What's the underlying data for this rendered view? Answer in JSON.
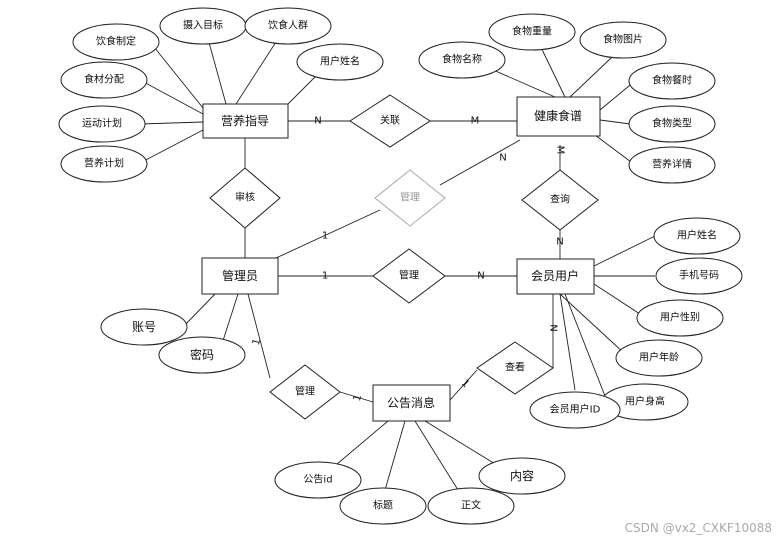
{
  "entities": [
    {
      "id": "nutrition",
      "label": "营养指导"
    },
    {
      "id": "recipe",
      "label": "健康食谱"
    },
    {
      "id": "admin",
      "label": "管理员"
    },
    {
      "id": "member",
      "label": "会员用户"
    },
    {
      "id": "notice",
      "label": "公告消息"
    }
  ],
  "relationships": [
    {
      "id": "rel_link",
      "label": "关联",
      "faded": false
    },
    {
      "id": "rel_audit",
      "label": "审核",
      "faded": false
    },
    {
      "id": "rel_manage_recipe",
      "label": "管理",
      "faded": true
    },
    {
      "id": "rel_query",
      "label": "查询",
      "faded": false
    },
    {
      "id": "rel_manage_member",
      "label": "管理",
      "faded": false
    },
    {
      "id": "rel_manage_notice",
      "label": "管理",
      "faded": false
    },
    {
      "id": "rel_view",
      "label": "查看",
      "faded": false
    }
  ],
  "attributes": [
    {
      "id": "a_diet_plan",
      "label": "饮食制定",
      "of": "nutrition"
    },
    {
      "id": "a_intake",
      "label": "摄入目标",
      "of": "nutrition"
    },
    {
      "id": "a_crowd",
      "label": "饮食人群",
      "of": "nutrition"
    },
    {
      "id": "a_user_name1",
      "label": "用户姓名",
      "of": "nutrition"
    },
    {
      "id": "a_ingredient",
      "label": "食材分配",
      "of": "nutrition"
    },
    {
      "id": "a_exercise",
      "label": "运动计划",
      "of": "nutrition"
    },
    {
      "id": "a_nutri_plan",
      "label": "营养计划",
      "of": "nutrition"
    },
    {
      "id": "a_food_weight",
      "label": "食物重量",
      "of": "recipe"
    },
    {
      "id": "a_food_image",
      "label": "食物图片",
      "of": "recipe"
    },
    {
      "id": "a_food_name",
      "label": "食物名称",
      "of": "recipe"
    },
    {
      "id": "a_meal_time",
      "label": "食物餐时",
      "of": "recipe"
    },
    {
      "id": "a_food_type",
      "label": "食物类型",
      "of": "recipe"
    },
    {
      "id": "a_nutri_detail",
      "label": "营养详情",
      "of": "recipe"
    },
    {
      "id": "a_account",
      "label": "账号",
      "of": "admin"
    },
    {
      "id": "a_password",
      "label": "密码",
      "of": "admin"
    },
    {
      "id": "a_user_name2",
      "label": "用户姓名",
      "of": "member"
    },
    {
      "id": "a_phone",
      "label": "手机号码",
      "of": "member"
    },
    {
      "id": "a_gender",
      "label": "用户性别",
      "of": "member"
    },
    {
      "id": "a_age",
      "label": "用户年龄",
      "of": "member"
    },
    {
      "id": "a_height",
      "label": "用户身高",
      "of": "member"
    },
    {
      "id": "a_member_id",
      "label": "会员用户ID",
      "of": "member"
    },
    {
      "id": "a_notice_id",
      "label": "公告id",
      "of": "notice"
    },
    {
      "id": "a_title",
      "label": "标题",
      "of": "notice"
    },
    {
      "id": "a_body",
      "label": "正文",
      "of": "notice"
    },
    {
      "id": "a_content",
      "label": "内容",
      "of": "notice"
    }
  ],
  "cardinalities": [
    {
      "id": "c_link_n",
      "label": "N"
    },
    {
      "id": "c_link_m",
      "label": "M"
    },
    {
      "id": "c_recipe_m",
      "label": "M"
    },
    {
      "id": "c_recipe_n",
      "label": "N"
    },
    {
      "id": "c_admin_1a",
      "label": "1"
    },
    {
      "id": "c_admin_1b",
      "label": "1"
    },
    {
      "id": "c_member_n",
      "label": "N"
    },
    {
      "id": "c_member_n2",
      "label": "N"
    },
    {
      "id": "c_admin_1c",
      "label": "1"
    },
    {
      "id": "c_notice_1",
      "label": "1"
    },
    {
      "id": "c_notice_1b",
      "label": "1"
    },
    {
      "id": "c_member_n3",
      "label": "N"
    }
  ],
  "watermark": "CSDN @vx2_CXKF10088"
}
